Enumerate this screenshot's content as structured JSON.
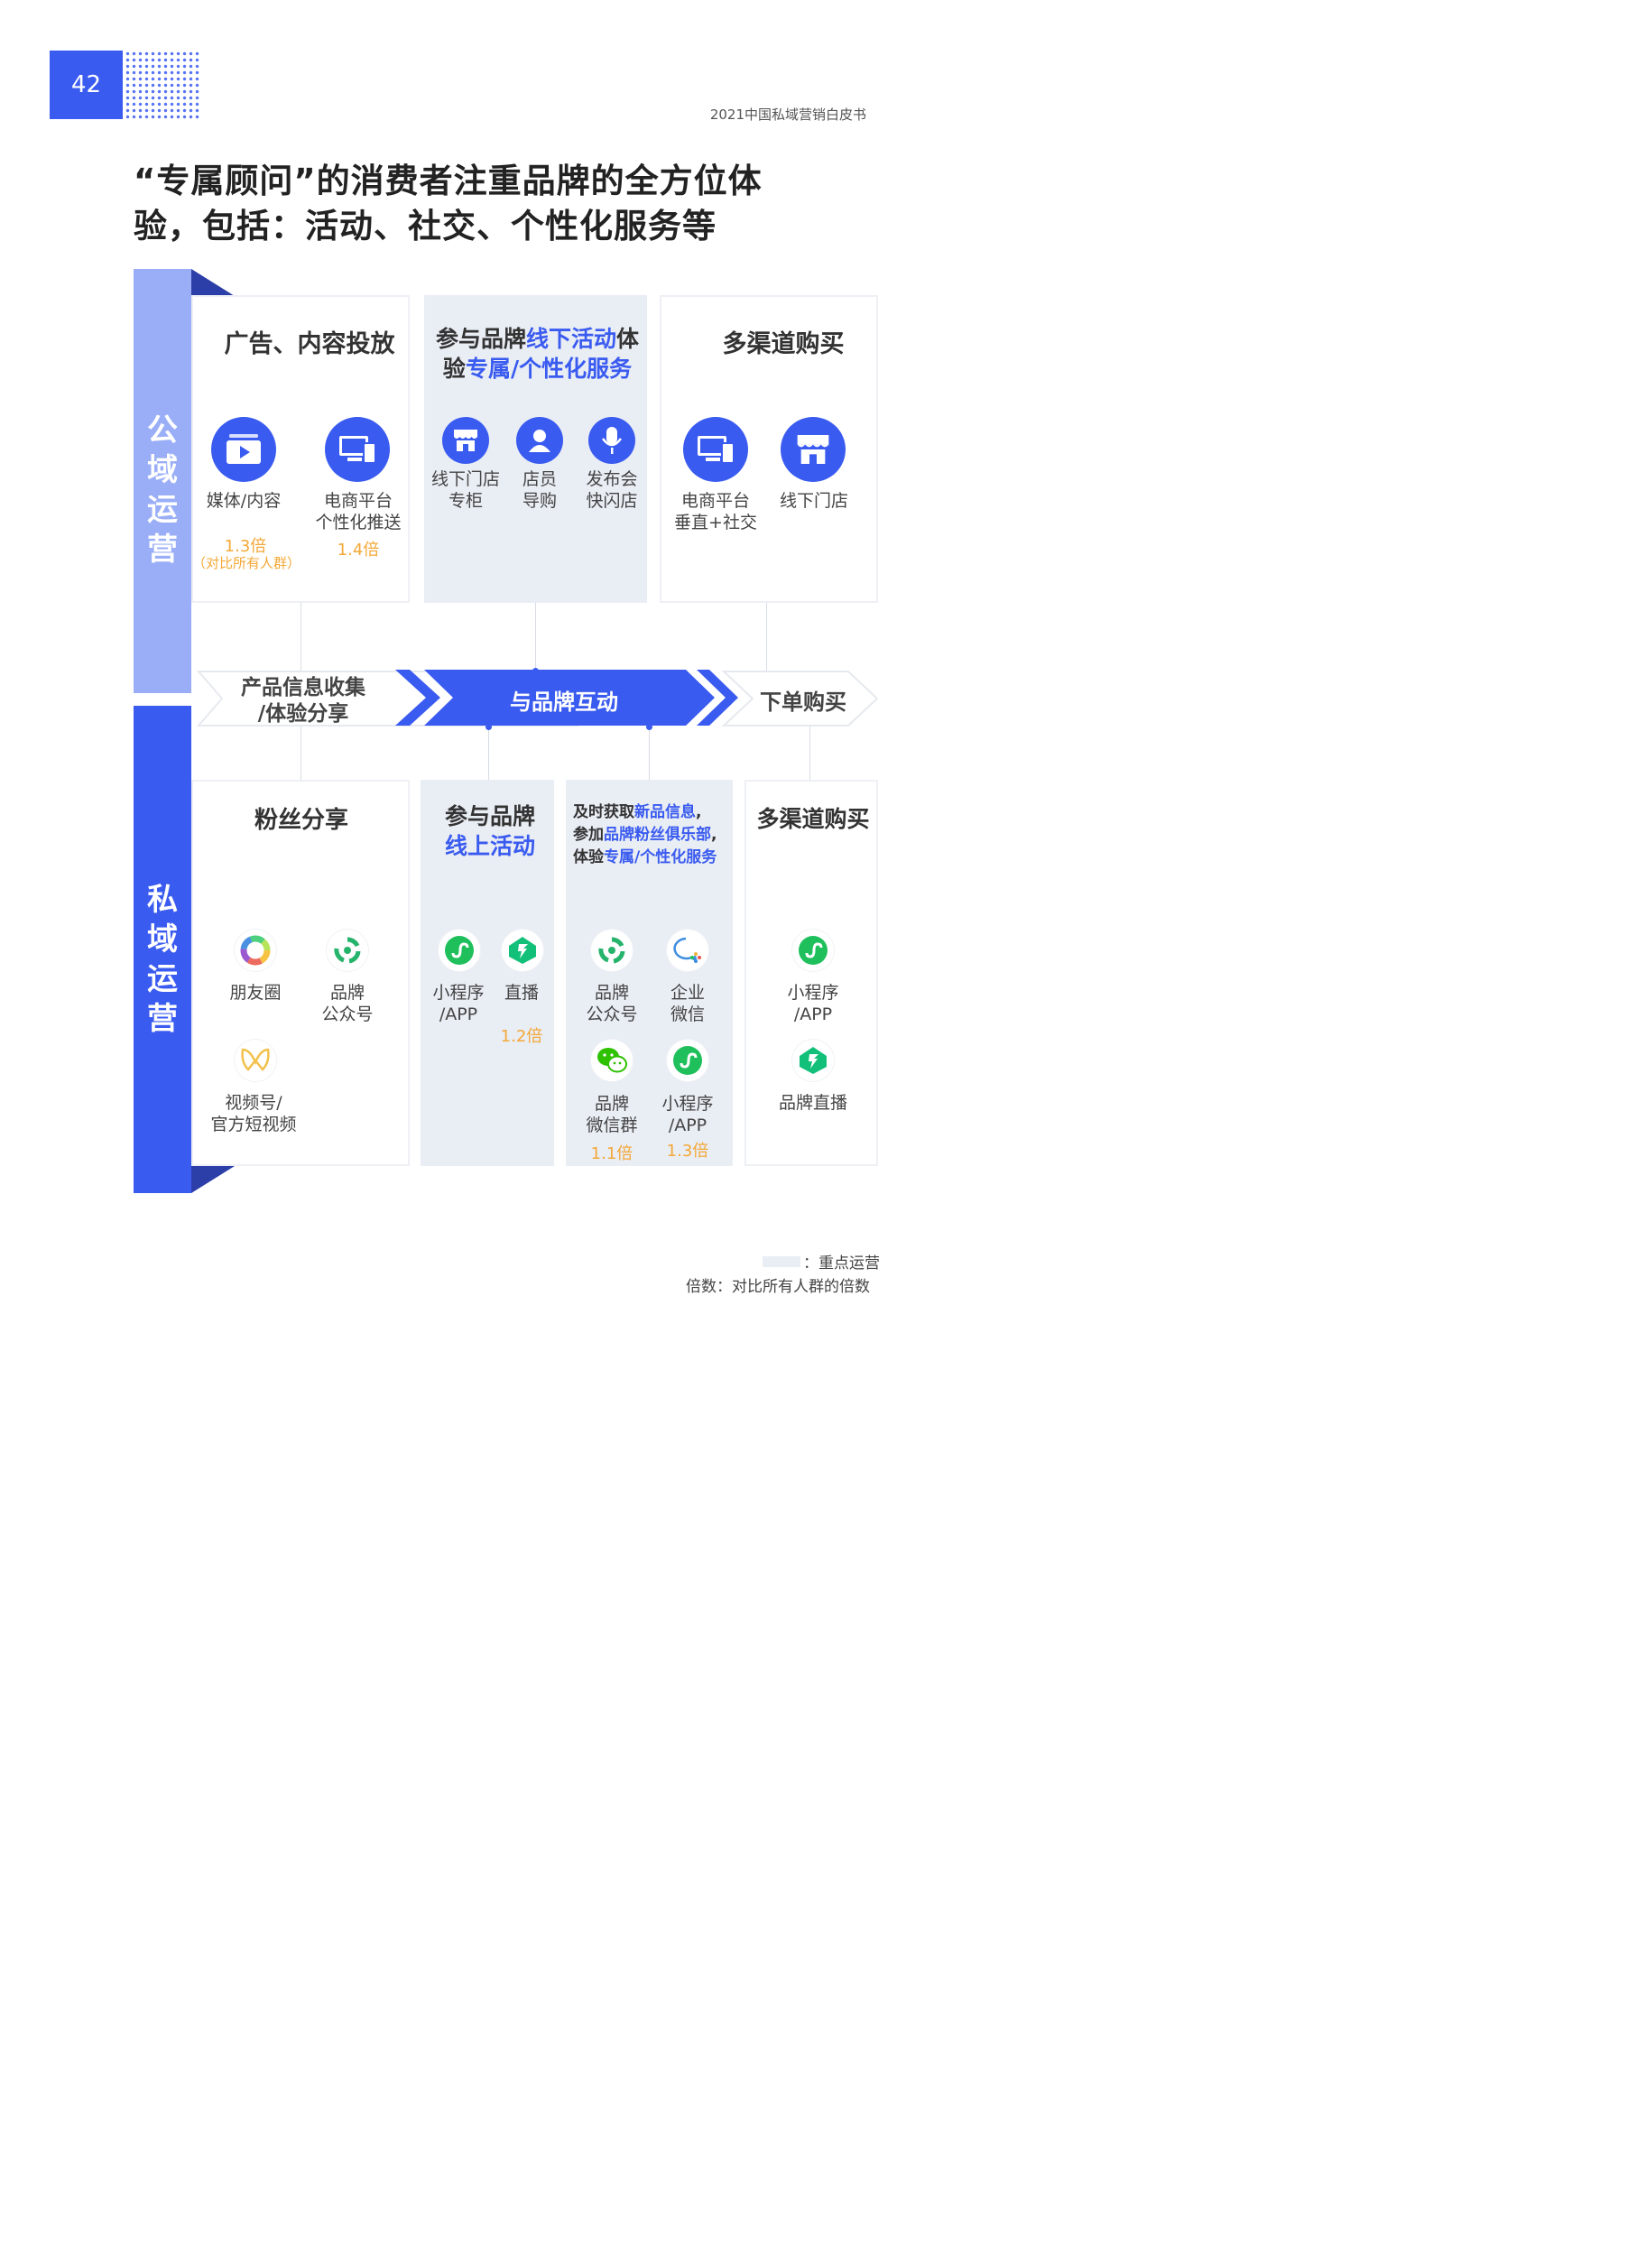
{
  "page": {
    "number": "42",
    "subtitle": "2021中国私域营销白皮书"
  },
  "title": {
    "line1": "“专属顾问”的消费者注重品牌的全方位体",
    "line2": "验，包括：活动、社交、个性化服务等"
  },
  "side": {
    "public": [
      "公",
      "域",
      "运",
      "营"
    ],
    "private": [
      "私",
      "域",
      "运",
      "营"
    ]
  },
  "public_cards": {
    "ads": {
      "title": "广告、内容投放",
      "items": [
        {
          "icon": "video-icon",
          "label": "媒体/内容",
          "mult": "1.3倍",
          "note": "（对比所有人群）"
        },
        {
          "icon": "devices-icon",
          "label": "电商平台\n个性化推送",
          "mult": "1.4倍"
        }
      ]
    },
    "offline": {
      "title_a": "参与品牌",
      "title_b": "线下活动",
      "title_c": "体",
      "title_d": "验",
      "title_e": "专属/个性化服务",
      "items": [
        {
          "icon": "store-icon",
          "label": "线下门店\n专柜"
        },
        {
          "icon": "person-icon",
          "label": "店员\n导购"
        },
        {
          "icon": "mic-icon",
          "label": "发布会\n快闪店"
        }
      ]
    },
    "buy": {
      "title": "多渠道购买",
      "items": [
        {
          "icon": "devices-icon",
          "label": "电商平台\n垂直+社交"
        },
        {
          "icon": "store-icon",
          "label": "线下门店"
        }
      ]
    }
  },
  "flow": {
    "step1": "产品信息收集\n/体验分享",
    "step2": "与品牌互动",
    "step3": "下单购买"
  },
  "private_cards": {
    "share": {
      "title": "粉丝分享",
      "items": [
        {
          "icon": "moments-icon",
          "label": "朋友圈"
        },
        {
          "icon": "official-account-icon",
          "label": "品牌\n公众号"
        },
        {
          "icon": "channels-icon",
          "label": "视频号/\n官方短视频"
        }
      ]
    },
    "online": {
      "title_a": "参与品牌",
      "title_b": "线上活动",
      "items": [
        {
          "icon": "mini-program-icon",
          "label": "小程序\n/APP"
        },
        {
          "icon": "live-icon",
          "label": "直播",
          "mult": "1.2倍"
        }
      ]
    },
    "info": {
      "l1a": "及时获取",
      "l1b": "新品信息",
      "l1c": ",",
      "l2a": "参加",
      "l2b": "品牌粉丝俱乐部",
      "l2c": ",",
      "l3a": "体验",
      "l3b": "专属/个性化服务",
      "items": [
        {
          "icon": "official-account-icon",
          "label": "品牌\n公众号"
        },
        {
          "icon": "wecom-icon",
          "label": "企业\n微信"
        },
        {
          "icon": "wechat-group-icon",
          "label": "品牌\n微信群",
          "mult": "1.1倍"
        },
        {
          "icon": "mini-program-icon",
          "label": "小程序\n/APP",
          "mult": "1.3倍"
        }
      ]
    },
    "buy": {
      "title": "多渠道购买",
      "items": [
        {
          "icon": "mini-program-icon",
          "label": "小程序\n/APP"
        },
        {
          "icon": "live-icon",
          "label": "品牌直播"
        }
      ]
    }
  },
  "legend": {
    "highlight": "：重点运营",
    "multiplier": "倍数：对比所有人群的倍数"
  },
  "colors": {
    "accent": "#3a5bf0",
    "light_bar": "#9aaef7",
    "highlight_bg": "#e9edf4",
    "multiplier": "#f4a838"
  }
}
